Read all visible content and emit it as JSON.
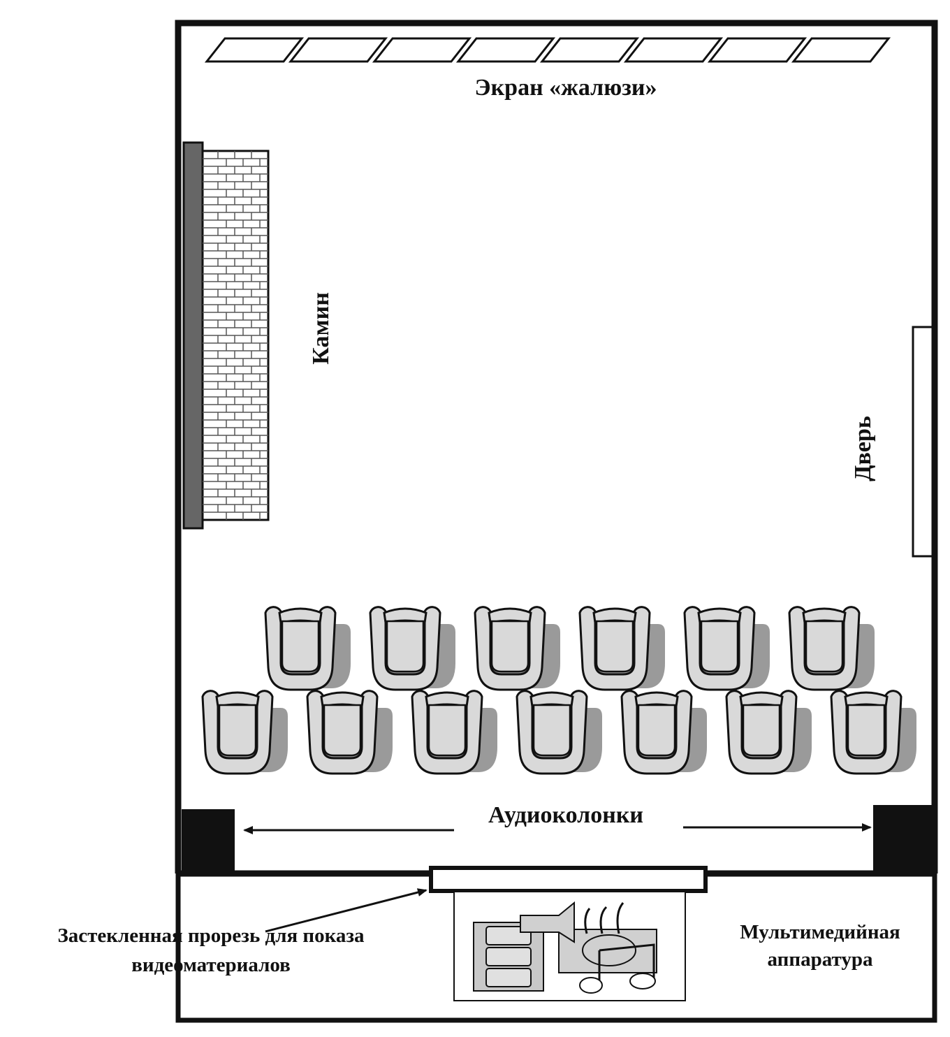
{
  "labels": {
    "screen": "Экран «жалюзи»",
    "fireplace": "Камин",
    "door": "Дверь",
    "speakers": "Аудиоколонки",
    "window_line1": "Застекленная прорезь для показа",
    "window_line2": "видеоматериалов",
    "equipment_line1": "Мультимедийная",
    "equipment_line2": "аппаратура"
  },
  "seating": {
    "front_row_count": 6,
    "back_row_count": 7
  },
  "screen_panel_count": 8,
  "colors": {
    "line": "#111111",
    "fireplace_side": "#666666",
    "fireplace_brick": "#777777",
    "chair_fill": "#d9d9d9",
    "chair_shadow": "#9a9a9a",
    "speaker": "#111111",
    "equipment_fill": "#d0d0d0"
  },
  "icons": {
    "chair": "armchair-icon",
    "equipment": "multimedia-equipment-icon",
    "speaker": "speaker-block"
  }
}
